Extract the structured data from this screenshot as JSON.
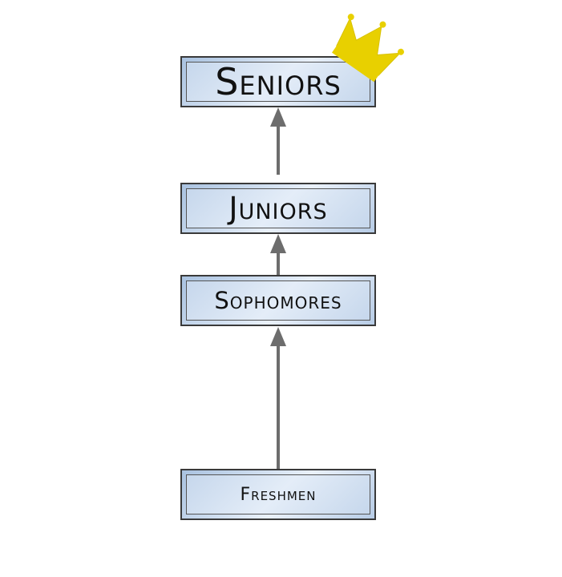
{
  "diagram": {
    "levels": [
      {
        "id": "seniors",
        "label": "Seniors"
      },
      {
        "id": "juniors",
        "label": "Juniors"
      },
      {
        "id": "sophomores",
        "label": "Sophomores"
      },
      {
        "id": "freshmen",
        "label": "Freshmen"
      }
    ],
    "arrow_color": "#6d6d6d",
    "crown_color": "#e8d000",
    "crown_icon": "crown-icon"
  }
}
